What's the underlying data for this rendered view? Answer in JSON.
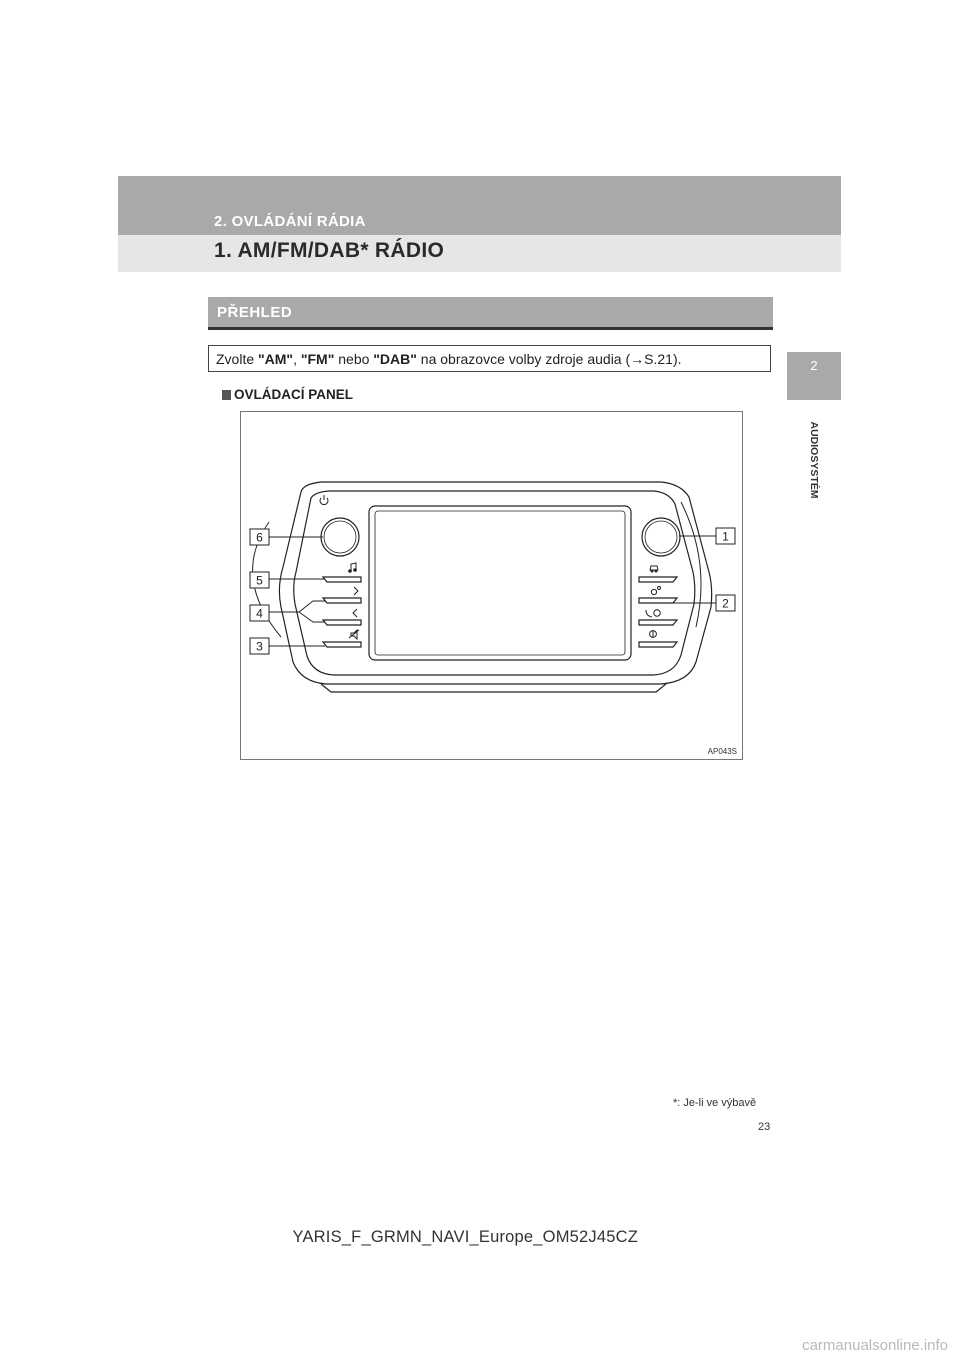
{
  "header": {
    "chapter": "2. OVLÁDÁNÍ RÁDIA",
    "title": "1. AM/FM/DAB* RÁDIO"
  },
  "side_tab": {
    "number": "2",
    "label": "AUDIOSYSTÉM"
  },
  "section": {
    "heading": "PŘEHLED",
    "instruction": {
      "prefix": "Zvolte ",
      "opt1": "\"AM\"",
      "sep1": ", ",
      "opt2": "\"FM\"",
      "sep2": " nebo ",
      "opt3": "\"DAB\"",
      "suffix": " na obrazovce volby zdroje audia (→S.21)."
    },
    "subheading": "OVLÁDACÍ PANEL"
  },
  "figure": {
    "callouts": [
      "1",
      "2",
      "3",
      "4",
      "5",
      "6"
    ],
    "code": "AP043S",
    "icons": [
      "power-icon",
      "music-note-icon",
      "seek-forward-icon",
      "seek-back-icon",
      "mute-icon",
      "car-icon",
      "settings-icon",
      "phone-icon",
      "navigation-icon"
    ]
  },
  "footnote": "*: Je-li ve výbavě",
  "page_number": "23",
  "doc_code": "YARIS_F_GRMN_NAVI_Europe_OM52J45CZ",
  "watermark": "carmanualsonline.info"
}
